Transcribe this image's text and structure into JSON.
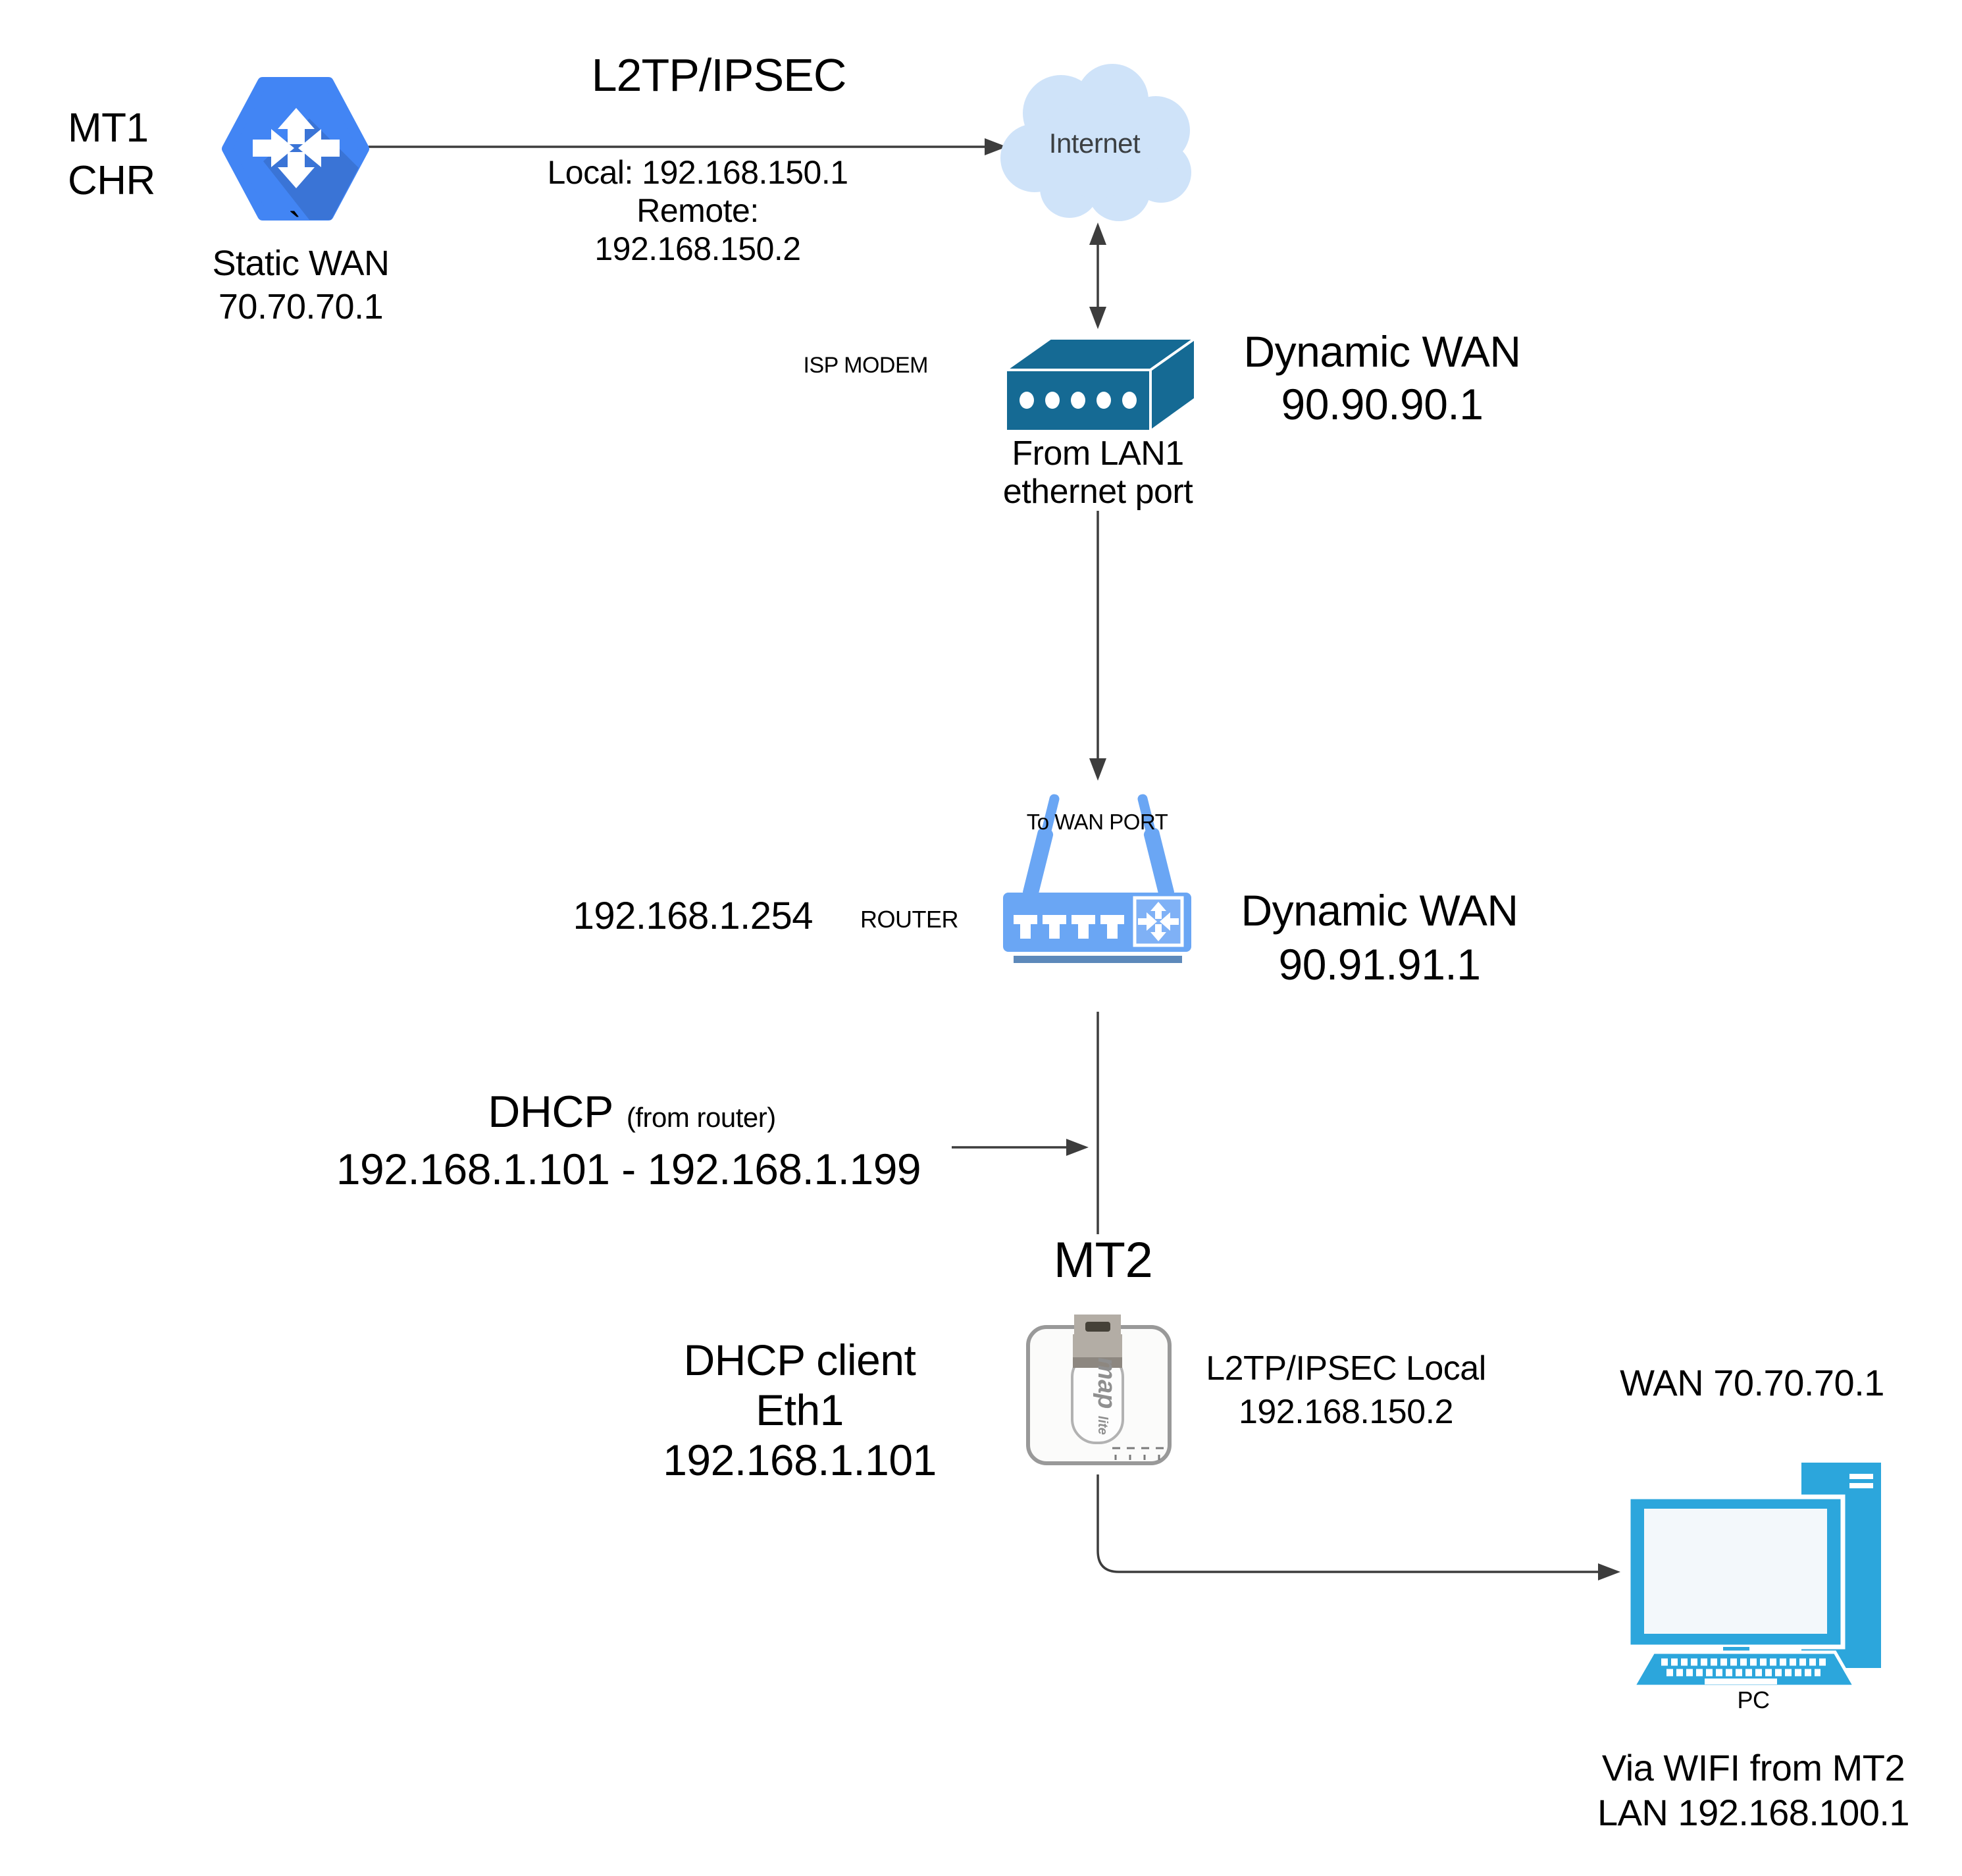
{
  "mt1": {
    "name_line1": "MT1",
    "name_line2": "CHR",
    "stray_mark": "`",
    "wan_line1": "Static WAN",
    "wan_line2": "70.70.70.1"
  },
  "tunnel": {
    "title": "L2TP/IPSEC",
    "local": "Local: 192.168.150.1",
    "remote": "Remote: 192.168.150.2"
  },
  "internet": {
    "label": "Internet"
  },
  "modem": {
    "label": "ISP MODEM",
    "wan_line1": "Dynamic WAN",
    "wan_line2": "90.90.90.1",
    "from_line1": "From LAN1",
    "from_line2": "ethernet port"
  },
  "router": {
    "to_wan_port": "To WAN PORT",
    "lan_ip": "192.168.1.254",
    "label": "ROUTER",
    "wan_line1": "Dynamic WAN",
    "wan_line2": "90.91.91.1"
  },
  "dhcp": {
    "title": "DHCP",
    "source": "(from router)",
    "range": "192.168.1.101 - 192.168.1.199"
  },
  "mt2": {
    "label": "MT2",
    "brand": "map",
    "brand_suffix": "lite",
    "client_line1": "DHCP client",
    "client_line2": "Eth1",
    "client_line3": "192.168.1.101",
    "tunnel_line1": "L2TP/IPSEC Local",
    "tunnel_line2": "192.168.150.2"
  },
  "pc": {
    "wan_label": "WAN 70.70.70.1",
    "label": "PC",
    "wifi_line1": "Via WIFI from MT2",
    "wifi_line2": "LAN 192.168.100.1"
  },
  "colors": {
    "hexagon_blue": "#4285F4",
    "cloud_blue": "#CFE3F9",
    "modem_teal": "#156A94",
    "router_blue": "#6AA6F4",
    "router_bar_blue": "#5D89BA",
    "pc_cyan": "#2CA6DC",
    "connector_gray": "#3D3D3D"
  }
}
